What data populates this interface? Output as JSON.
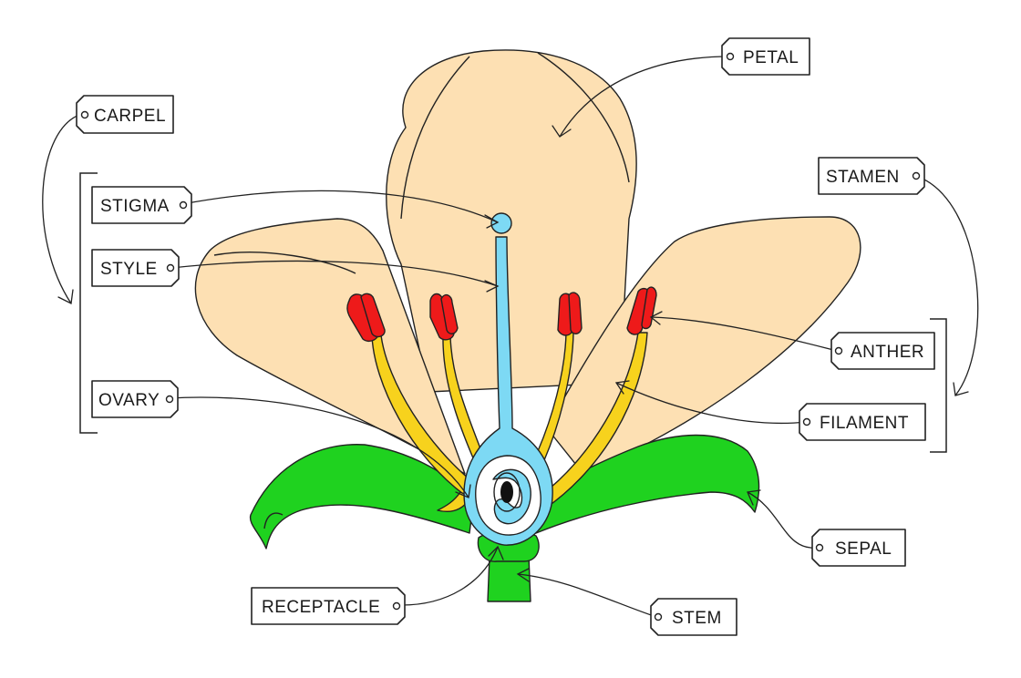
{
  "labels": {
    "petal": "PETAL",
    "carpel": "CARPEL",
    "stigma": "STIGMA",
    "style": "STYLE",
    "ovary": "OVARY",
    "stamen": "STAMEN",
    "anther": "ANTHER",
    "filament": "FILAMENT",
    "sepal": "SEPAL",
    "receptacle": "RECEPTACLE",
    "stem": "STEM"
  },
  "colors": {
    "petal": "#fde0b3",
    "sepal": "#1fd21f",
    "carpel": "#7dd9f4",
    "filament": "#f7d21d",
    "anther": "#ee1a1a",
    "ovule": "#111111",
    "outline": "#222222"
  }
}
